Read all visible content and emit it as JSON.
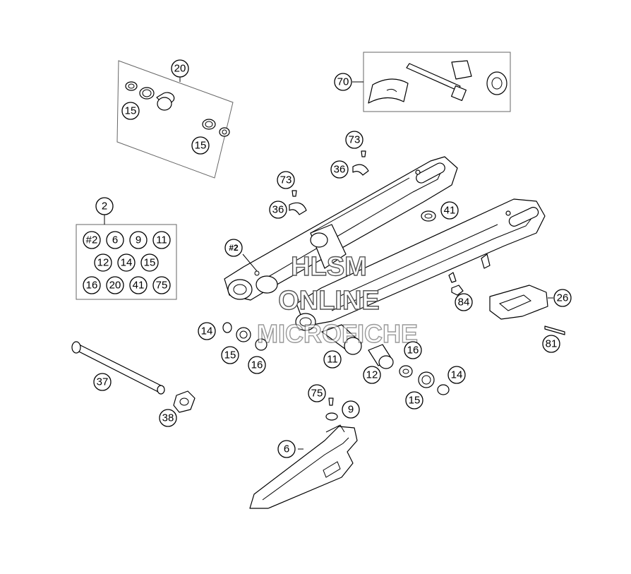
{
  "watermark": {
    "line1": "HLSM",
    "line2": "ONLINE",
    "line3": "MICROFICHE"
  },
  "callouts": {
    "c20": "20",
    "c15a": "15",
    "c15b": "15",
    "c70": "70",
    "c73a": "73",
    "c36a": "36",
    "c73b": "73",
    "c36b": "36",
    "c41": "41",
    "c2": "2",
    "c2ref": "#2",
    "c84": "84",
    "c26": "26",
    "c81": "81",
    "c14a": "14",
    "c15c": "15",
    "c16a": "16",
    "c11": "11",
    "c16b": "16",
    "c12": "12",
    "c14b": "14",
    "c15d": "15",
    "c37": "37",
    "c38": "38",
    "c75": "75",
    "c9": "9",
    "c6": "6"
  },
  "kit_box": {
    "items": [
      "#2",
      "6",
      "9",
      "11",
      "12",
      "14",
      "15",
      "16",
      "20",
      "41",
      "75"
    ]
  }
}
